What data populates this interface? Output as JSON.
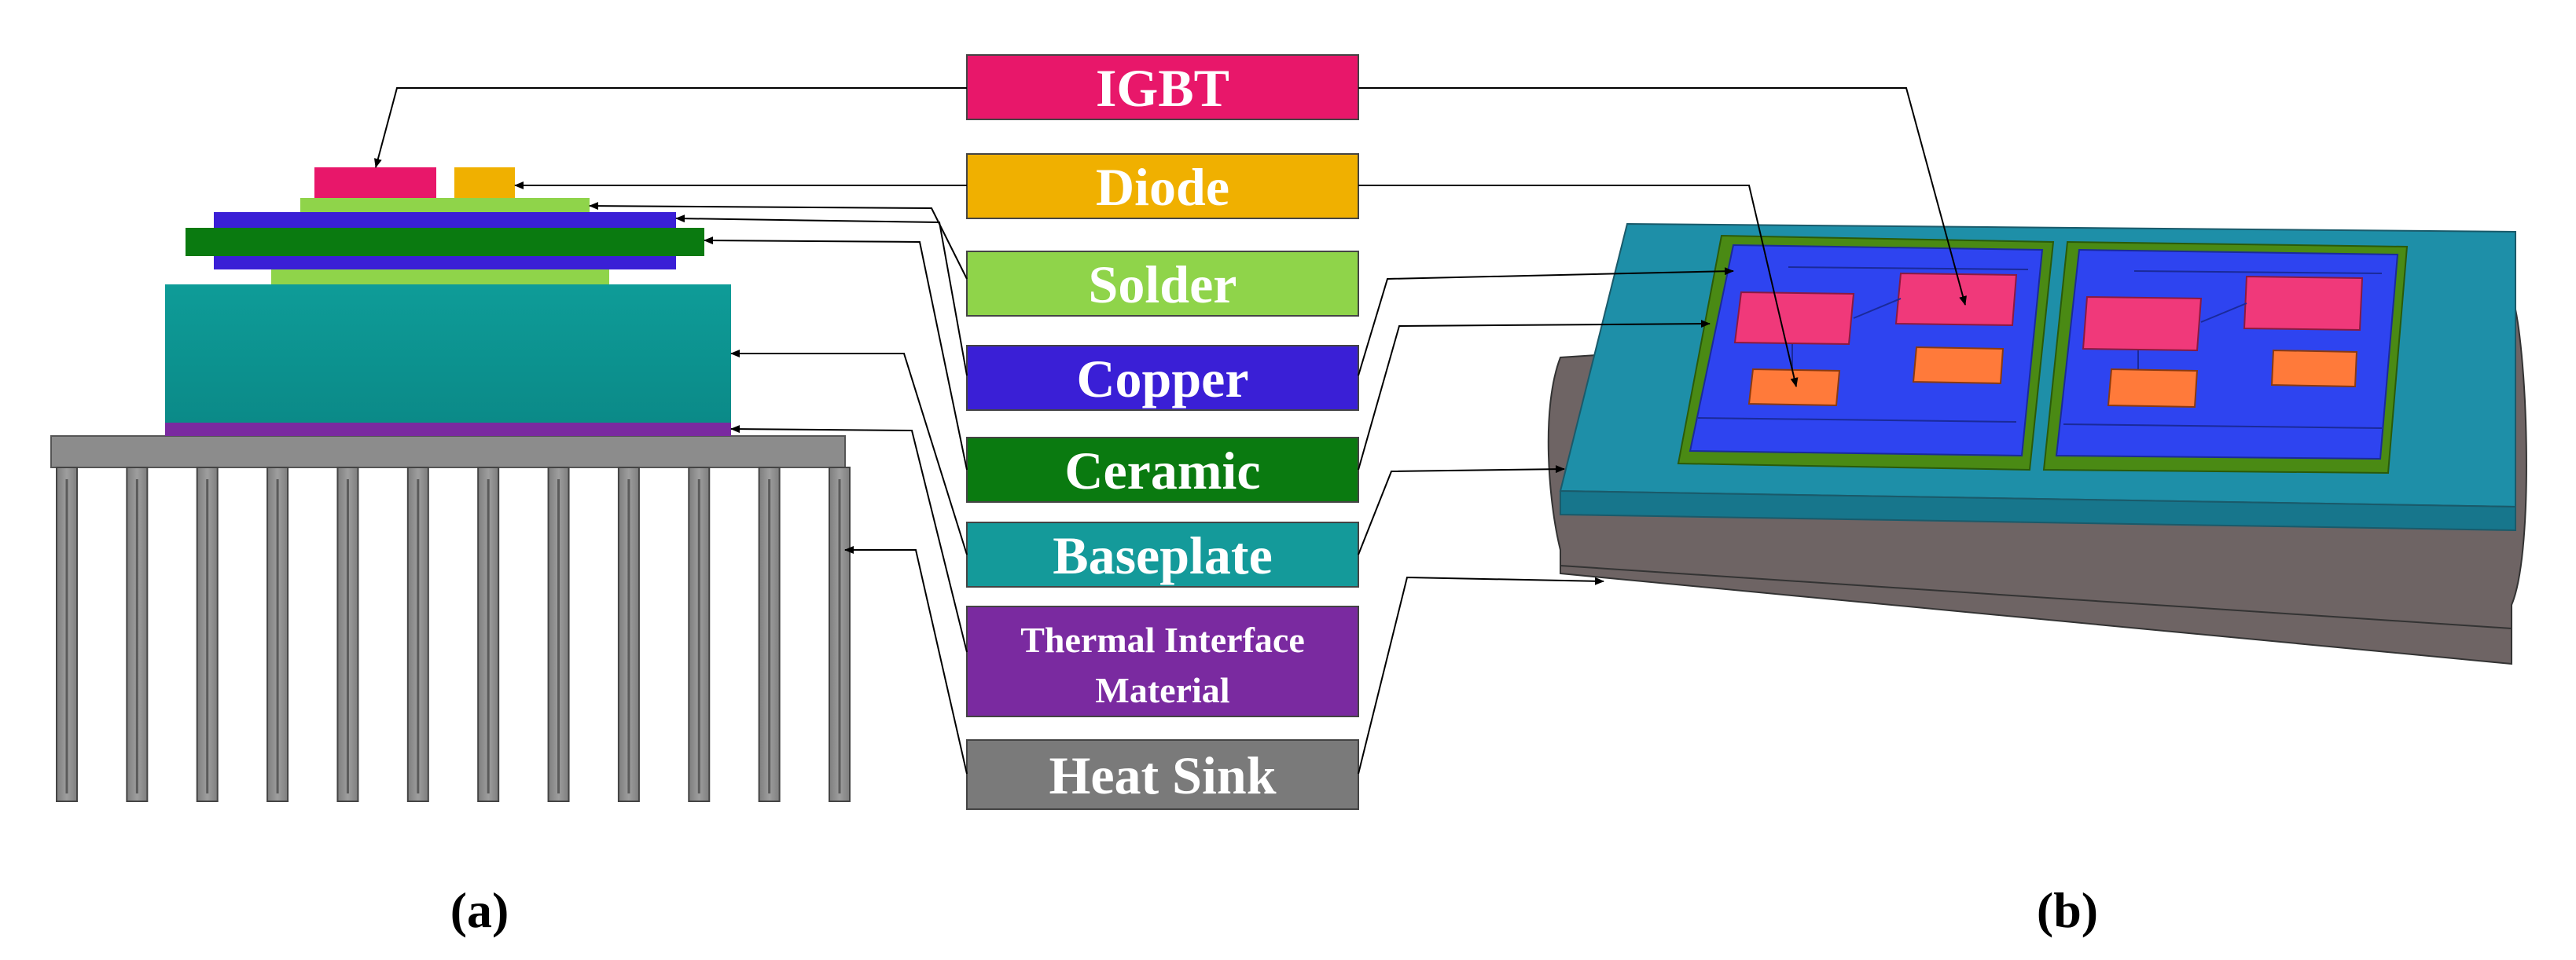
{
  "labels": [
    {
      "id": "igbt",
      "text": "IGBT",
      "color": "#E8176A"
    },
    {
      "id": "diode",
      "text": "Diode",
      "color": "#F0B000"
    },
    {
      "id": "solder",
      "text": "Solder",
      "color": "#8FD44A"
    },
    {
      "id": "copper",
      "text": "Copper",
      "color": "#3A1FD6"
    },
    {
      "id": "ceramic",
      "text": "Ceramic",
      "color": "#0A7A10"
    },
    {
      "id": "baseplate",
      "text": "Baseplate",
      "color": "#149A9A"
    },
    {
      "id": "tim",
      "text": "Thermal Interface",
      "text2": "Material",
      "color": "#7A2AA0"
    },
    {
      "id": "heatsink",
      "text": "Heat Sink",
      "color": "#7A7A7A"
    }
  ],
  "captions": {
    "a": "(a)",
    "b": "(b)"
  },
  "colors": {
    "igbt": "#E8176A",
    "diode": "#F0B000",
    "solder": "#8FD44A",
    "copper": "#3A1FD6",
    "ceramic": "#0A7A10",
    "baseplate": "#0E9896",
    "tim": "#7A2AA0",
    "heatsink": "#8A8A8A",
    "chip_3d": "#F0397A",
    "diode_3d": "#FF7A3A",
    "copper_3d": "#2E44F0",
    "baseplate_3d": "#1E8FA8",
    "heatsink_3d": "#6E6464"
  }
}
